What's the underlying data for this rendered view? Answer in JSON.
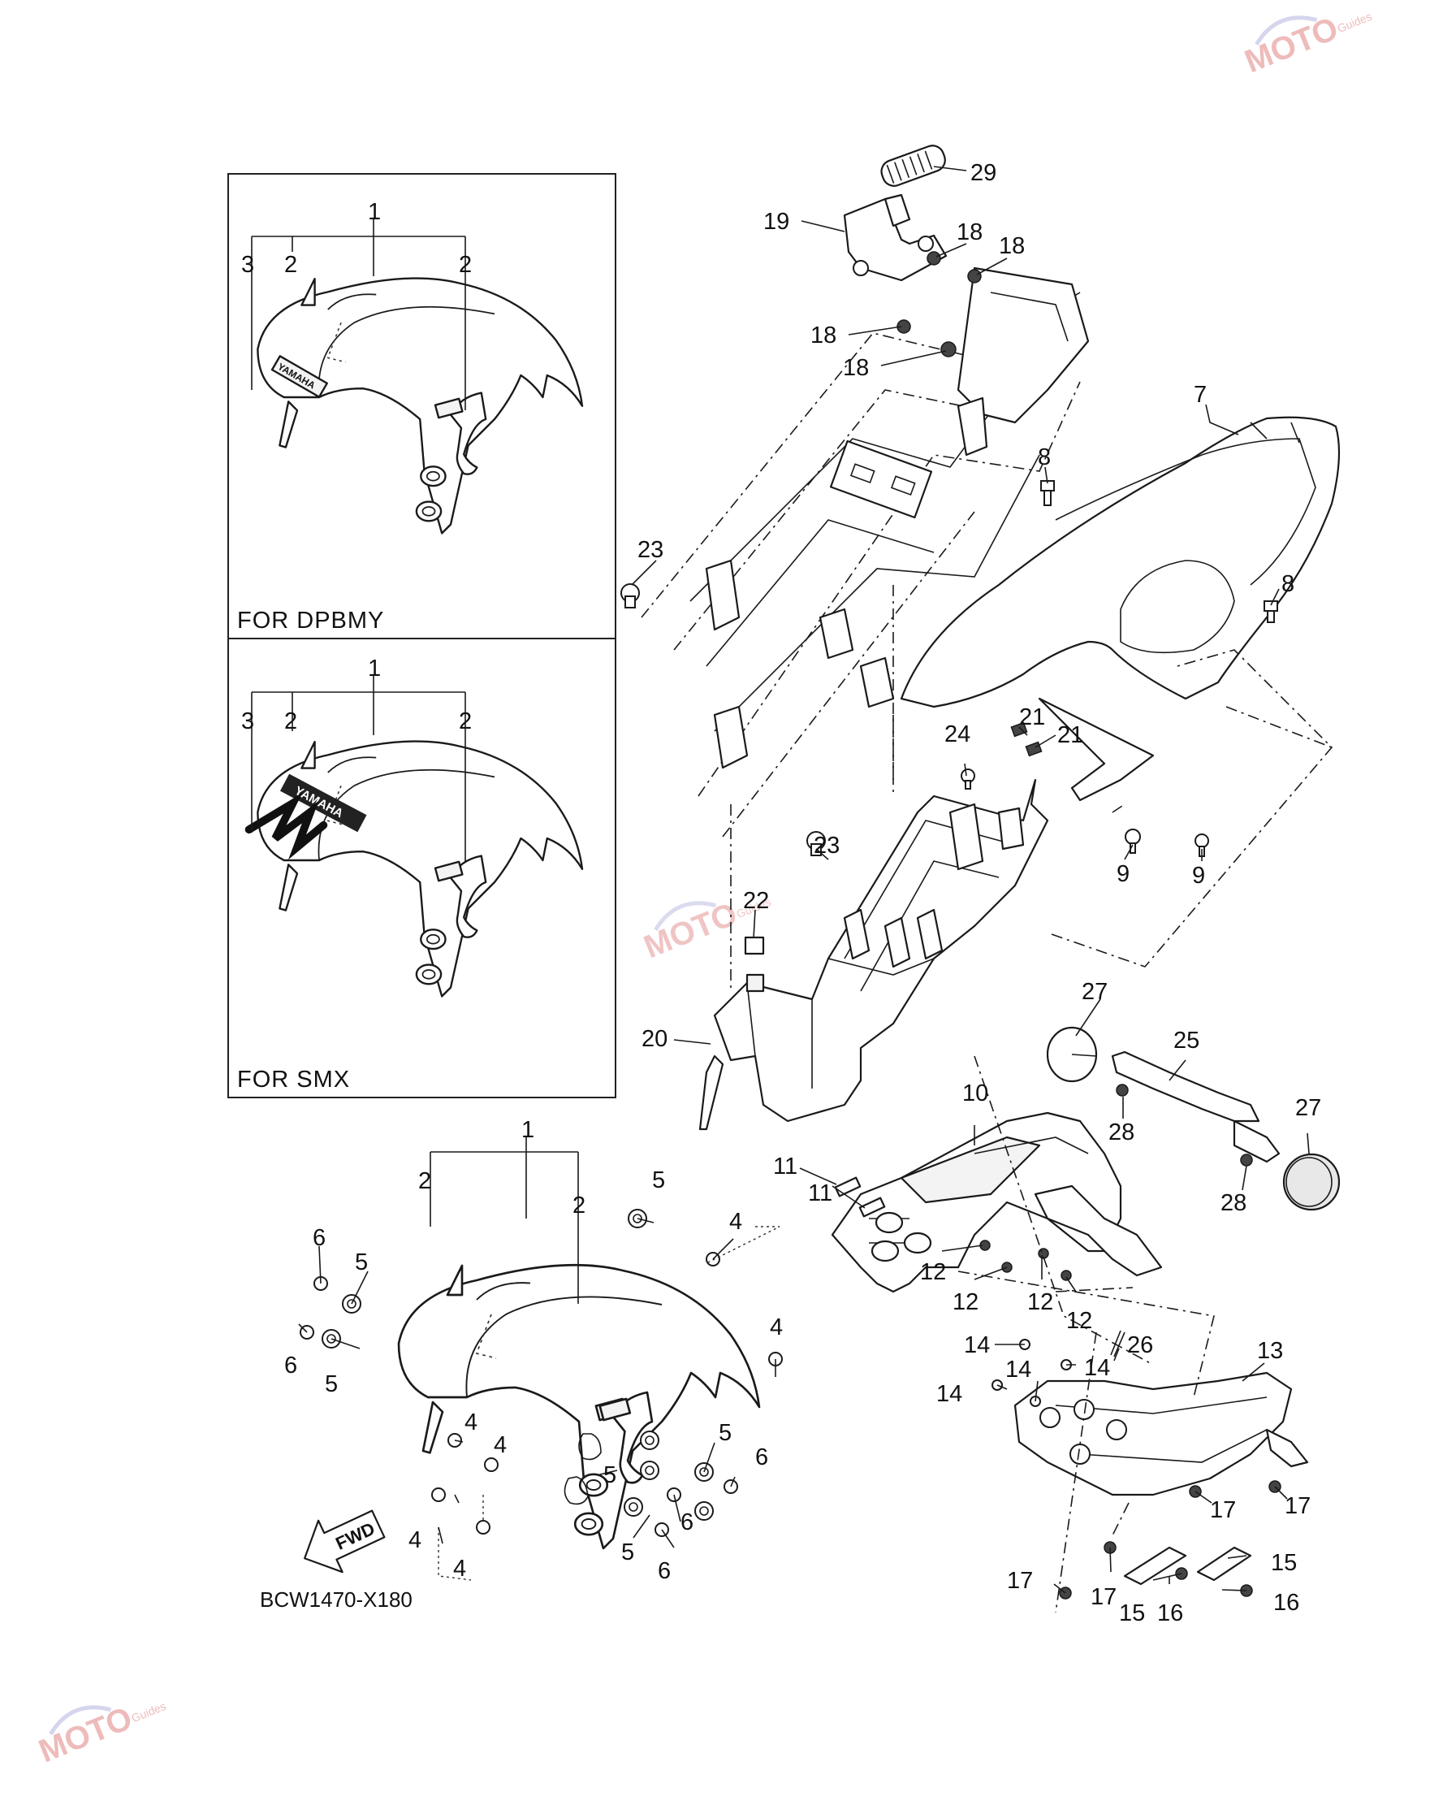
{
  "diagram": {
    "doc_id": "BCW1470-X180",
    "fwd_arrow_label": "FWD",
    "inset_boxes": [
      {
        "label": "FOR DPBMY"
      },
      {
        "label": "FOR SMX"
      }
    ],
    "fender_decal_text": "YAMAHA",
    "watermark": {
      "text": "MOTO",
      "subtext": "Guides"
    },
    "callouts": [
      "1",
      "2",
      "3",
      "2",
      "1",
      "2",
      "3",
      "2",
      "29",
      "19",
      "18",
      "18",
      "18",
      "18",
      "7",
      "8",
      "8",
      "23",
      "24",
      "21",
      "21",
      "9",
      "9",
      "23",
      "22",
      "20",
      "27",
      "25",
      "27",
      "28",
      "28",
      "10",
      "11",
      "11",
      "12",
      "12",
      "12",
      "12",
      "26",
      "13",
      "14",
      "14",
      "14",
      "14",
      "17",
      "17",
      "17",
      "17",
      "15",
      "15",
      "16",
      "16",
      "1",
      "2",
      "2",
      "5",
      "4",
      "6",
      "5",
      "6",
      "5",
      "4",
      "4",
      "4",
      "4",
      "4",
      "5",
      "6",
      "5",
      "6",
      "5",
      "6"
    ]
  }
}
